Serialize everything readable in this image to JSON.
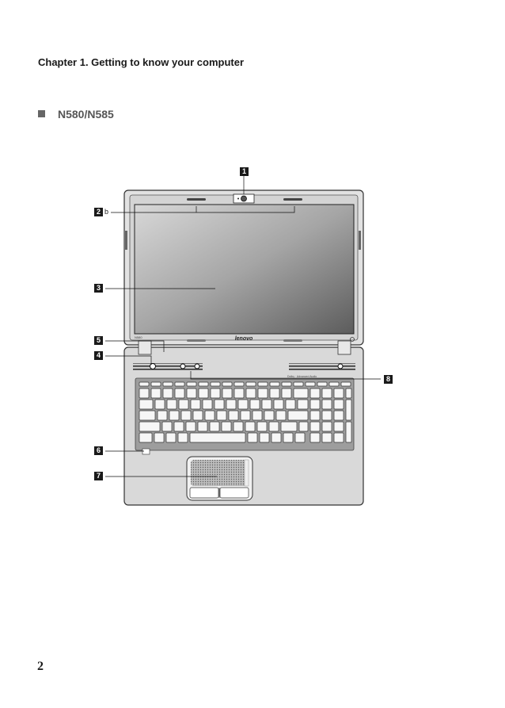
{
  "header": {
    "chapter_title": "Chapter 1. Getting to know your computer",
    "model_heading": "N580/N585"
  },
  "figure": {
    "callouts": [
      {
        "label": "1"
      },
      {
        "label": "2",
        "suffix": "b"
      },
      {
        "label": "3"
      },
      {
        "label": "5"
      },
      {
        "label": "4"
      },
      {
        "label": "8"
      },
      {
        "label": "6"
      },
      {
        "label": "7"
      }
    ],
    "brand_text": "lenovo"
  },
  "footer": {
    "page_number": "2"
  }
}
